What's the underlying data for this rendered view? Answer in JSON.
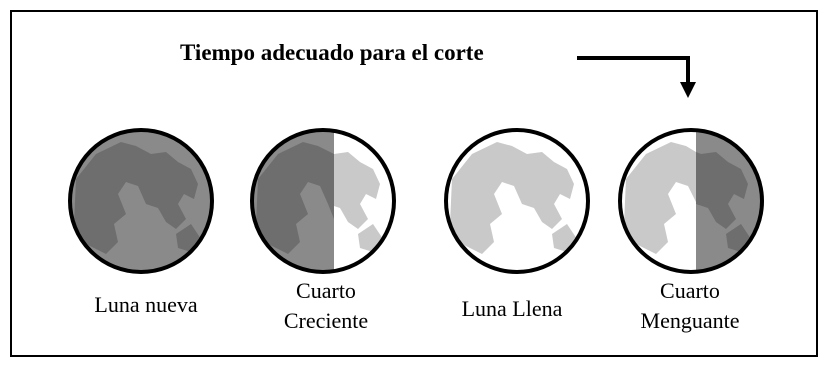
{
  "title": "Tiempo adecuado para el corte",
  "phases": [
    {
      "id": "new",
      "label_lines": [
        "Luna nueva"
      ]
    },
    {
      "id": "first-quarter",
      "label_lines": [
        "Cuarto",
        "Creciente"
      ]
    },
    {
      "id": "full",
      "label_lines": [
        "Luna Llena"
      ]
    },
    {
      "id": "last-quarter",
      "label_lines": [
        "Cuarto",
        "Menguante"
      ]
    }
  ],
  "colors": {
    "dark_surface": "#8a8a8a",
    "dark_mare": "#6e6e6e",
    "light_surface": "#ffffff",
    "light_mare": "#c9c9c9",
    "outline": "#000000"
  },
  "icons": {
    "arrow": "bent-down-arrow-icon"
  }
}
